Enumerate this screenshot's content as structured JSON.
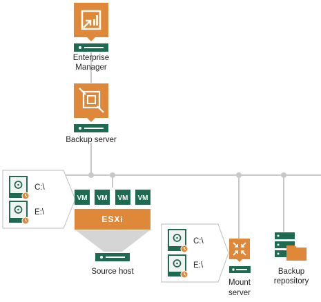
{
  "nodes": {
    "enterprise_manager": {
      "line1": "Enterprise",
      "line2": "Manager",
      "icon": "enterprise-manager-icon"
    },
    "backup_server": {
      "label": "Backup server",
      "icon": "backup-server-icon"
    },
    "source_host": {
      "label": "Source host",
      "esxi": "ESXi",
      "vms": [
        "VM",
        "VM",
        "VM",
        "VM"
      ]
    },
    "mount_server": {
      "line1": "Mount",
      "line2": "server",
      "icon": "mount-server-icon"
    },
    "backup_repository": {
      "line1": "Backup",
      "line2": "repository",
      "icon": "repository-icon"
    }
  },
  "source_disks": {
    "disks": [
      "C:\\",
      "E:\\"
    ]
  },
  "mount_disks": {
    "disks": [
      "C:\\",
      "E:\\"
    ]
  },
  "colors": {
    "orange": "#E0883A",
    "green": "#1E6B52",
    "line": "#C8C8C8",
    "box_border": "#C8C8C8",
    "funnel": "#D5D5D5",
    "disk_bg": "#F2F2F2"
  }
}
